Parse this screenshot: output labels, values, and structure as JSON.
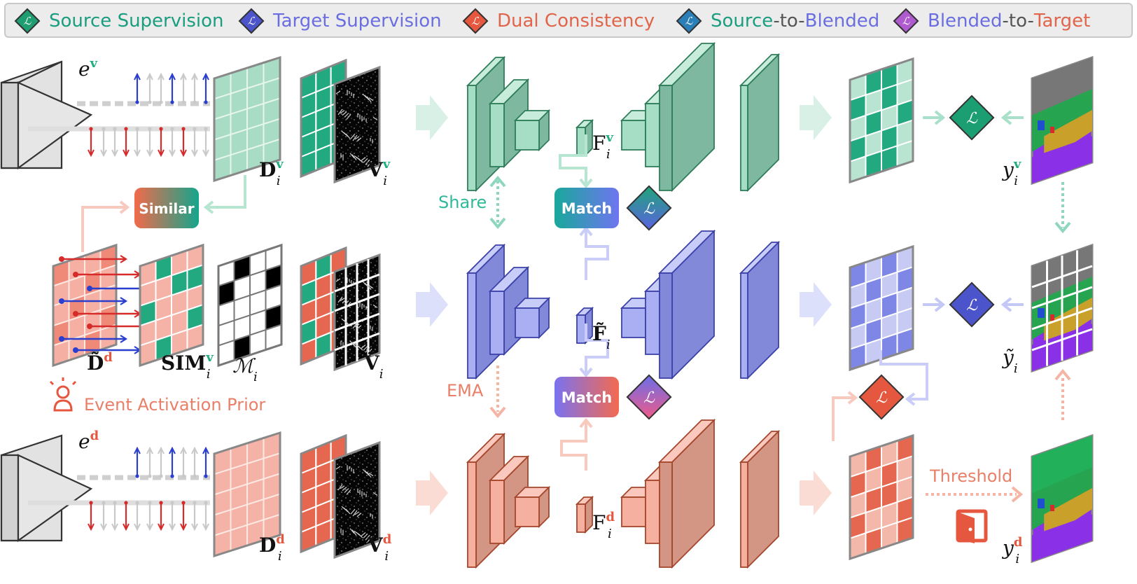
{
  "legend": {
    "symbol": "ℒ",
    "items": [
      {
        "parts": [
          {
            "t": "Source Supervision",
            "c": "#1a9e7f"
          }
        ],
        "color": "#1f9e72"
      },
      {
        "parts": [
          {
            "t": "Target Supervision",
            "c": "#6a6ee0"
          }
        ],
        "color": "#4c54cc"
      },
      {
        "parts": [
          {
            "t": "Dual Consistency",
            "c": "#e0654b"
          }
        ],
        "color": "#e5573e"
      },
      {
        "parts": [
          {
            "t": "Source",
            "c": "#1a9e7f"
          },
          {
            "t": "-to-",
            "c": "#555555"
          },
          {
            "t": "Blended",
            "c": "#6a6ee0"
          }
        ],
        "color": "#2a7fb8"
      },
      {
        "parts": [
          {
            "t": "Blended",
            "c": "#6a6ee0"
          },
          {
            "t": "-to-",
            "c": "#555555"
          },
          {
            "t": "Target",
            "c": "#e0654b"
          }
        ],
        "color": "#b05ad0"
      }
    ]
  },
  "labels": {
    "ev": "e",
    "ev_sup": "v",
    "ed": "e",
    "ed_sup": "d",
    "Dv": "D",
    "Dv_sub": "i",
    "Dv_sup": "v",
    "Vv": "V",
    "Vv_sub": "i",
    "Vv_sup": "v",
    "Fv": "F",
    "Fv_sub": "i",
    "Fv_sup": "v",
    "yv": "y",
    "yv_sub": "i",
    "yv_sup": "v",
    "Dtd": "D̃",
    "Dtd_sup": "d",
    "SIM": "SIM",
    "SIM_sub": "i",
    "SIM_sup": "v",
    "M": "ℳ",
    "M_sub": "i",
    "Vt": "Ṽ",
    "Vt_sub": "i",
    "Ft": "F̃",
    "Ft_sub": "i",
    "yt": "ỹ",
    "yt_sub": "i",
    "Dd": "D",
    "Dd_sub": "i",
    "Dd_sup": "d",
    "Vd": "V",
    "Vd_sub": "i",
    "Vd_sup": "d",
    "Fd": "F",
    "Fd_sub": "i",
    "Fd_sup": "d",
    "yd": "y",
    "yd_sub": "i",
    "yd_sup": "d"
  },
  "boxes": {
    "similar": "Similar",
    "match1": "Match",
    "match2": "Match"
  },
  "text": {
    "share": "Share",
    "ema": "EMA",
    "event_prior": "Event Activation Prior",
    "threshold": "Threshold"
  },
  "colors": {
    "green": "#8fd3b6",
    "green_dark": "#2e7d59",
    "green_cell": "#1fae80",
    "blue": "#8a93e6",
    "blue_dark": "#3b41a8",
    "red": "#f2a592",
    "red_dark": "#a6462c",
    "red_cell": "#e86a55"
  }
}
